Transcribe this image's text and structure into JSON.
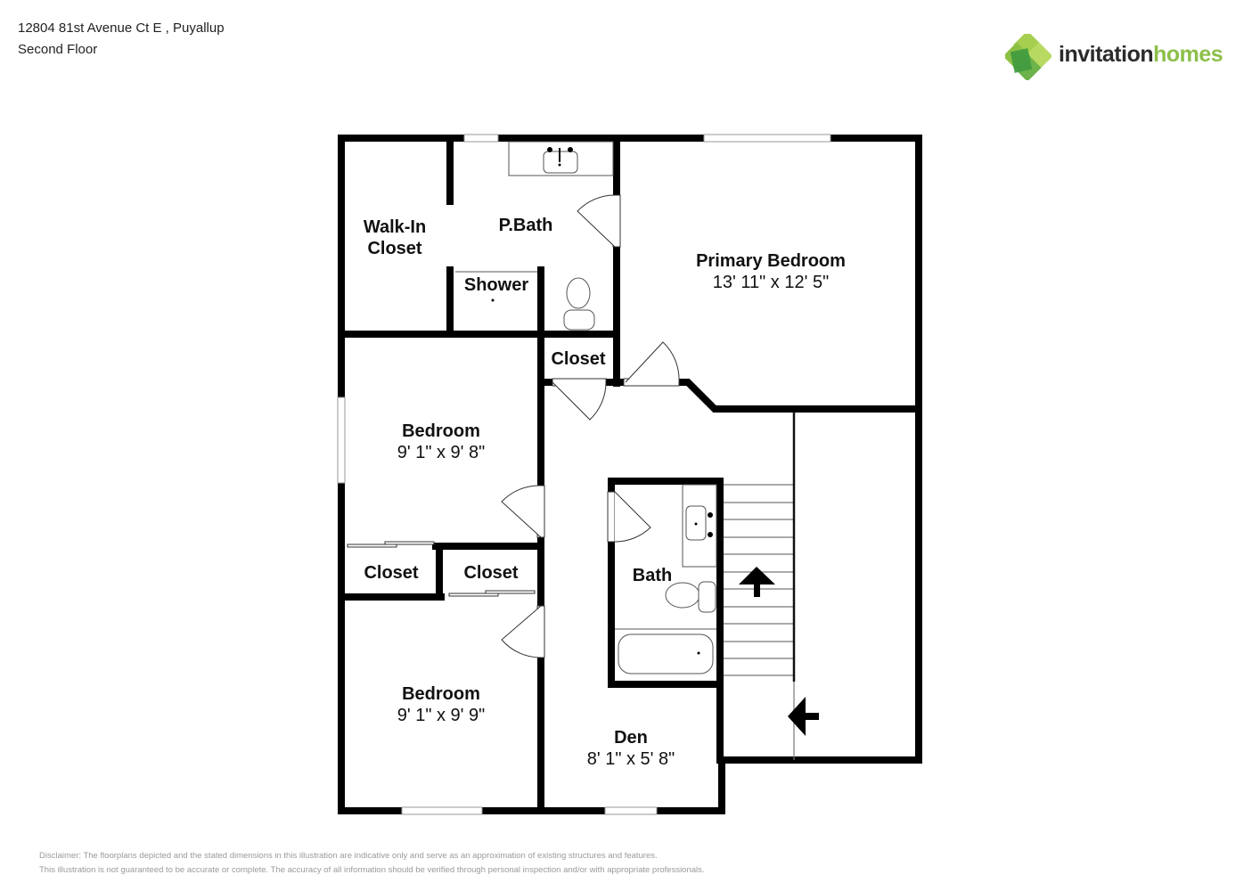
{
  "header": {
    "address": "12804 81st Avenue Ct E , Puyallup",
    "floor": "Second Floor"
  },
  "logo": {
    "word1": "invitation",
    "word2": "homes",
    "colors": {
      "dark": "#2b2b2b",
      "green": "#8cbf4a",
      "icon_light": "#a6cf4f",
      "icon_dark": "#3f9a3f"
    }
  },
  "rooms": {
    "walkin": {
      "name_line1": "Walk-In",
      "name_line2": "Closet"
    },
    "pbath": {
      "name": "P.Bath"
    },
    "shower": {
      "name": "Shower"
    },
    "primary": {
      "name": "Primary Bedroom",
      "dims": "13' 11\" x 12' 5\""
    },
    "closet_hall": {
      "name": "Closet"
    },
    "bedroom1": {
      "name": "Bedroom",
      "dims": "9' 1\" x 9' 8\""
    },
    "closet_left": {
      "name": "Closet"
    },
    "closet_right": {
      "name": "Closet"
    },
    "bath": {
      "name": "Bath"
    },
    "bedroom2": {
      "name": "Bedroom",
      "dims": "9' 1\" x 9' 9\""
    },
    "den": {
      "name": "Den",
      "dims": "8' 1\" x 5' 8\""
    }
  },
  "disclaimer": {
    "line1": "Disclaimer: The floorplans depicted and the stated dimensions in this illustration are indicative only and serve as an approximation of existing structures and features.",
    "line2": "This illustration is not guaranteed to be accurate or complete. The accuracy of all information should be verified through personal inspection and/or with appropriate professionals."
  }
}
